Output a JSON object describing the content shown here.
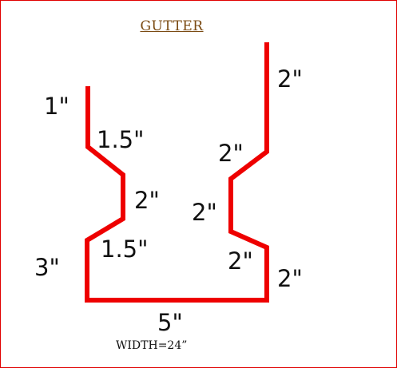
{
  "title": "GUTTER",
  "colors": {
    "profile": "#ee0000",
    "border": "#e00000",
    "title": "#7a4a12"
  },
  "dimensions": {
    "left_top": "1\"",
    "left_slant_upper": "1.5\"",
    "left_middle": "2\"",
    "left_slant_lower": "1.5\"",
    "left_bottom": "3\"",
    "base": "5\"",
    "right_top": "2\"",
    "right_slant_upper": "2\"",
    "right_middle": "2\"",
    "right_slant_lower": "2\"",
    "right_bottom": "2\""
  },
  "footer": "WIDTH=24”"
}
